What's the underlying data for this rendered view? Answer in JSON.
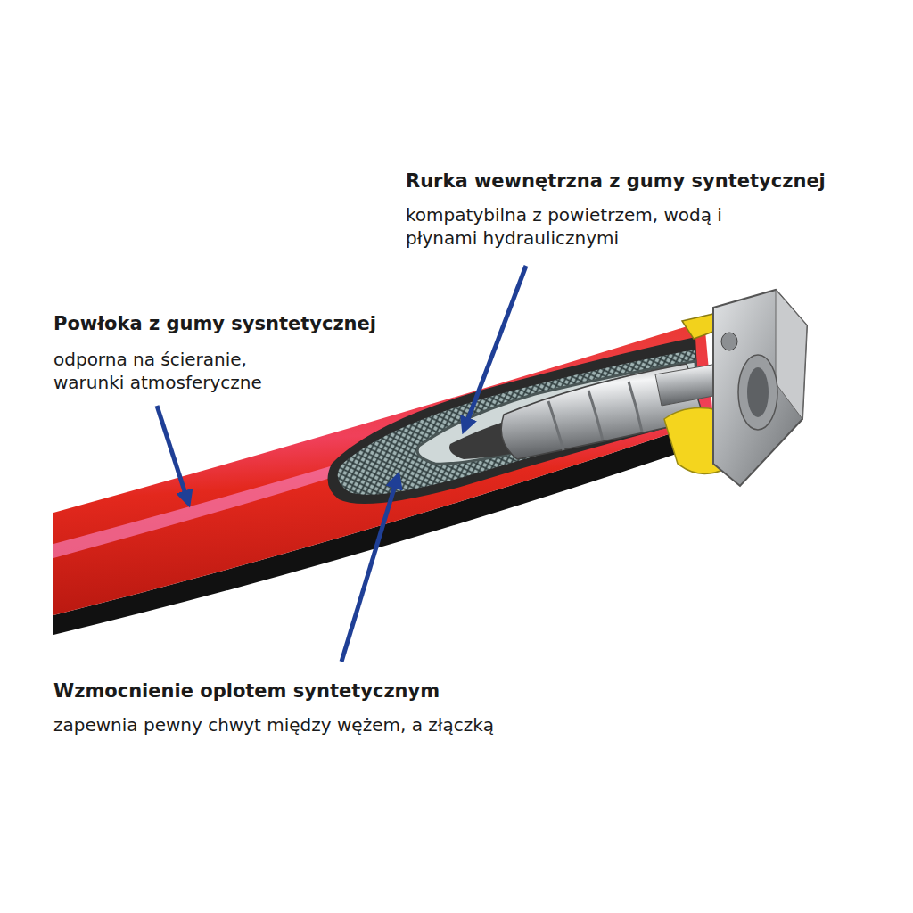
{
  "diagram": {
    "labels": [
      "Rurka wewnętrzna z gumy syntetycznej",
      "kompatybilna z powietrzem, wodą i płynami hydraulicznymi",
      "Powłoka z gumy sysntetycznej",
      "odporna na ścieranie, warunki atmosferyczne",
      "Wzmocnienie oplotem syntetycznym",
      "zapewnia pewny chwyt między wężem, a złączką"
    ]
  }
}
